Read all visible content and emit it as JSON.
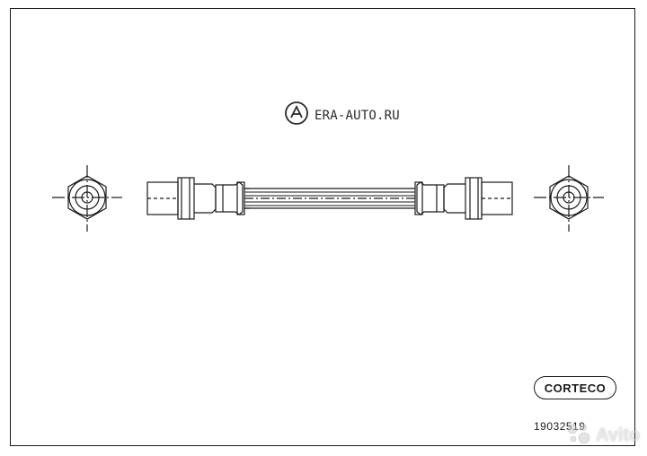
{
  "watermark": {
    "text": "ERA-AUTO.RU",
    "icon": "era-auto-logo-icon"
  },
  "brand": {
    "name": "CORTECO"
  },
  "part": {
    "number": "19032519"
  },
  "overlay": {
    "text": "Avito",
    "icon": "avito-dots-icon"
  },
  "colors": {
    "line": "#1a1a1a",
    "hose": "#444444",
    "watermark": "#d6d6d6"
  }
}
